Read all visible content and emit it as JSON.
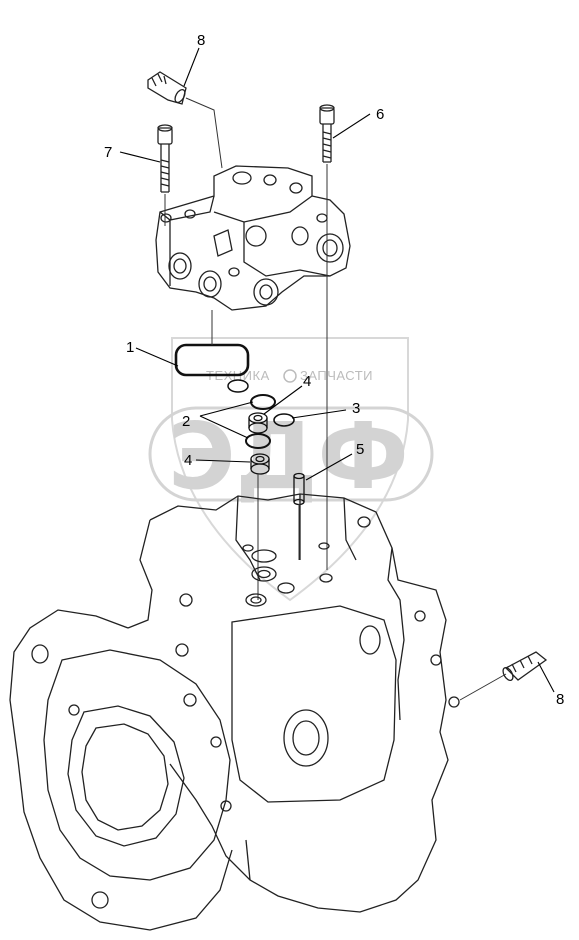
{
  "diagram": {
    "callouts": {
      "c1": "1",
      "c2": "2",
      "c3": "3",
      "c4a": "4",
      "c4b": "4",
      "c5": "5",
      "c6": "6",
      "c7": "7",
      "c8a": "8",
      "c8b": "8"
    },
    "watermark": {
      "brand_left": "ТЕХНИКА",
      "brand_right": "ЗАПЧАСТИ",
      "logo_text": "ЭДФ"
    }
  }
}
